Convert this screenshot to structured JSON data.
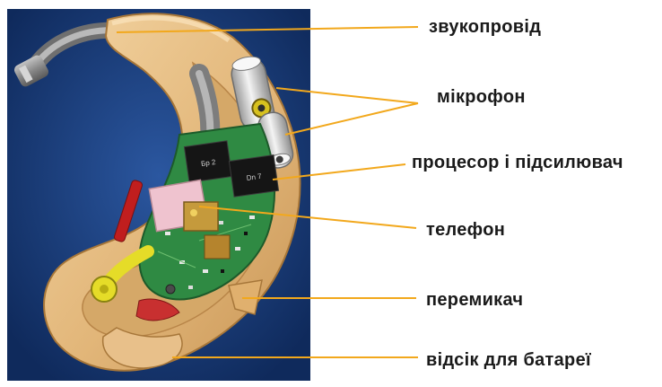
{
  "diagram": {
    "labels": [
      "звукопровід",
      "мікрофон",
      "процесор і підсилювач",
      "телефон",
      "перемикач",
      "відсік для батареї"
    ],
    "chip_labels": [
      "Бр 2",
      "Dn 7"
    ],
    "colors": {
      "background_panel": "#16366e",
      "shell": "#e6bc82",
      "leader_lines": "#f2a81c",
      "circuit_board": "#2f8a43",
      "chip": "#151515",
      "button": "#c01e1e",
      "switch": "#e5dc28"
    }
  }
}
